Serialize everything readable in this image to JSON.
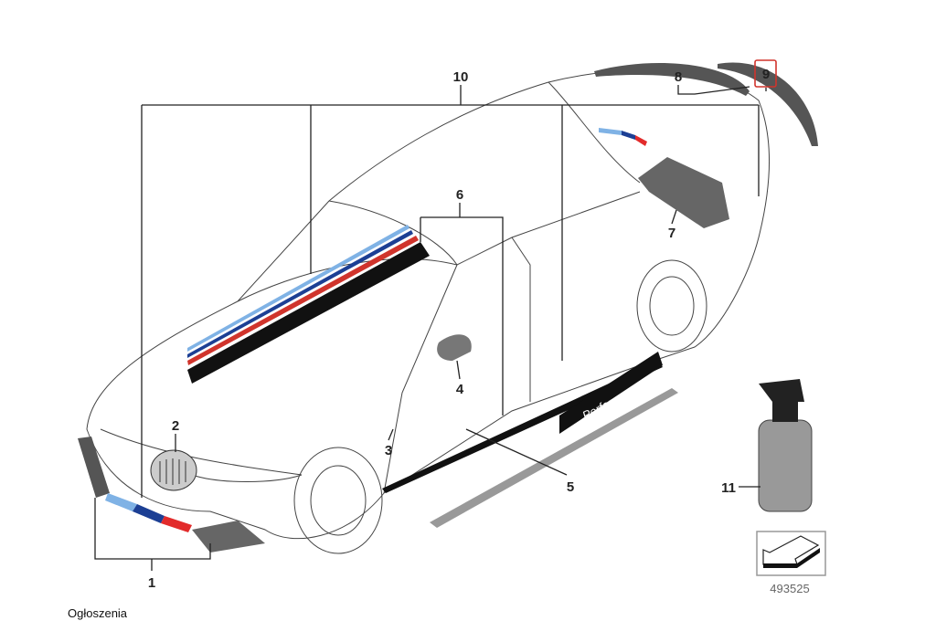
{
  "diagram": {
    "callouts": {
      "c1": "1",
      "c2": "2",
      "c3": "3",
      "c4": "4",
      "c5": "5",
      "c6": "6",
      "c7": "7",
      "c8": "8",
      "c9": "9",
      "c10": "10",
      "c11": "11"
    },
    "highlighted_callout": "9",
    "highlight_color": "#d0342c",
    "side_decal_text": "Performance",
    "reference_number": "493525",
    "stripe_colors": [
      "#7fb2e5",
      "#1c3f94",
      "#e22b2b"
    ]
  },
  "footer": {
    "label": "Ogłoszenia"
  }
}
